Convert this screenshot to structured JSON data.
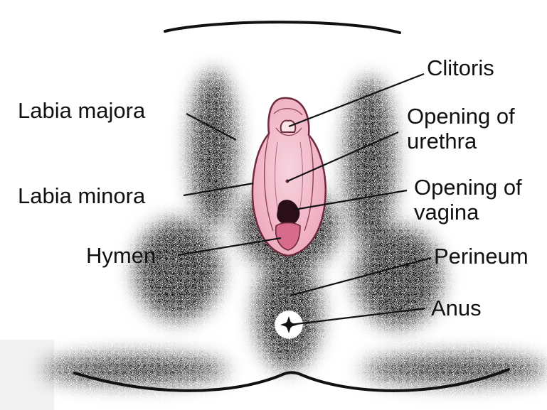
{
  "labels": {
    "clitoris": "Clitoris",
    "labia_majora": "Labia majora",
    "urethra_line1": "Opening of",
    "urethra_line2": "urethra",
    "labia_minora": "Labia minora",
    "vagina_line1": "Opening of",
    "vagina_line2": "vagina",
    "hymen": "Hymen",
    "perineum": "Perineum",
    "anus": "Anus"
  },
  "colors": {
    "tissue_fill": "#f4c6d3",
    "tissue_stroke": "#6e2a3c",
    "hymen_fill": "#d66b8e",
    "ink": "#111111"
  }
}
